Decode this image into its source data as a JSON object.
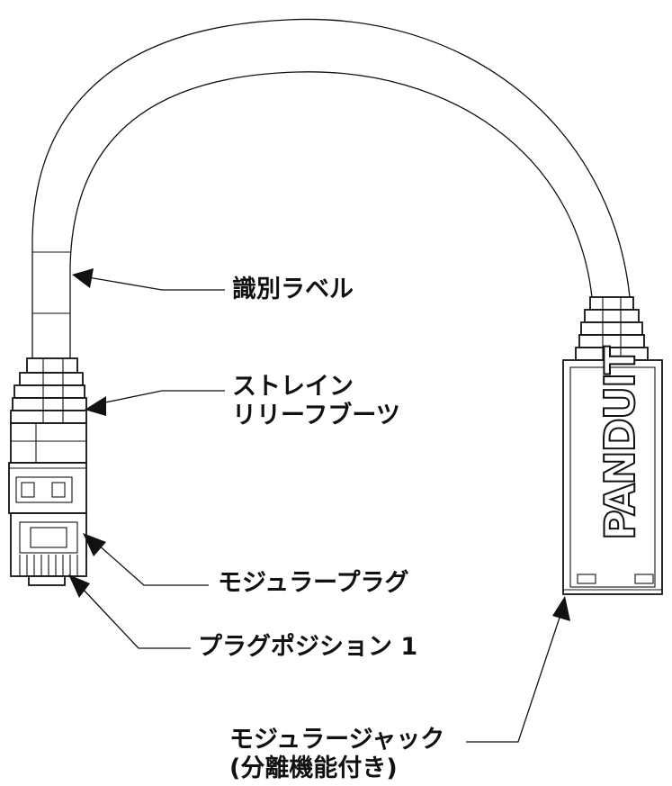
{
  "labels": {
    "id_label": "識別ラベル",
    "strain_relief_line1": "ストレイン",
    "strain_relief_line2": "リリーフブーツ",
    "modular_plug": "モジュラープラグ",
    "plug_position": "プラグポジション 1",
    "modular_jack_line1": "モジュラージャック",
    "modular_jack_line2": "(分離機能付き)"
  },
  "logo": {
    "brand": "PANDUIT"
  }
}
